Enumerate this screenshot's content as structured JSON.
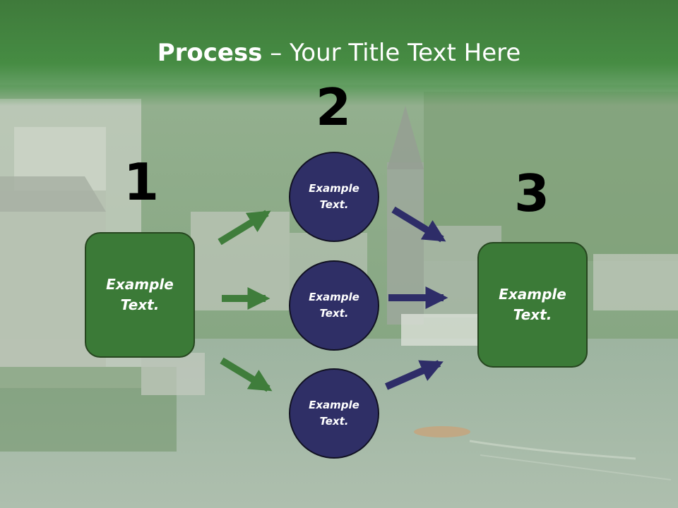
{
  "title": {
    "bold": "Process",
    "rest": " – Your Title Text Here"
  },
  "steps": [
    {
      "number": "1",
      "box_line1": "Example",
      "box_line2": "Text."
    },
    {
      "number": "2"
    },
    {
      "number": "3",
      "box_line1": "Example",
      "box_line2": "Text."
    }
  ],
  "circles": [
    {
      "line1": "Example",
      "line2": "Text."
    },
    {
      "line1": "Example",
      "line2": "Text."
    },
    {
      "line1": "Example",
      "line2": "Text."
    }
  ],
  "colors": {
    "title_band": "#3f7a3b",
    "box_fill": "#3b7a37",
    "circle_fill": "#2f2f66",
    "green_arrow": "#3f7d3b",
    "navy_arrow": "#2e2d68"
  }
}
